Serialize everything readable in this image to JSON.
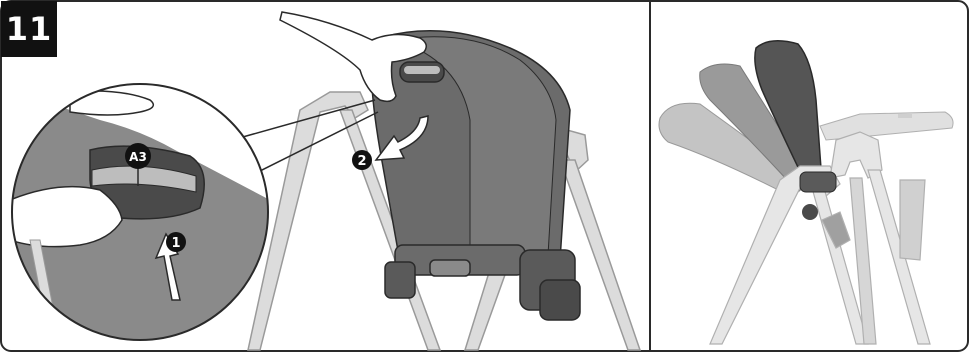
{
  "step": {
    "number": "11"
  },
  "callouts": {
    "part_label": "A3",
    "action_1": "1",
    "action_2": "2"
  },
  "colors": {
    "frame": "#2a2a2a",
    "seat_dark": "#6b6b6b",
    "seat_mid": "#8a8a8a",
    "seat_light": "#a8a8a8",
    "chair_frame": "#c9c9c9",
    "badge": "#111111"
  },
  "icons": [
    "hand-illustration",
    "curved-arrow-icon",
    "up-arrow-icon",
    "magnifier-callout"
  ]
}
